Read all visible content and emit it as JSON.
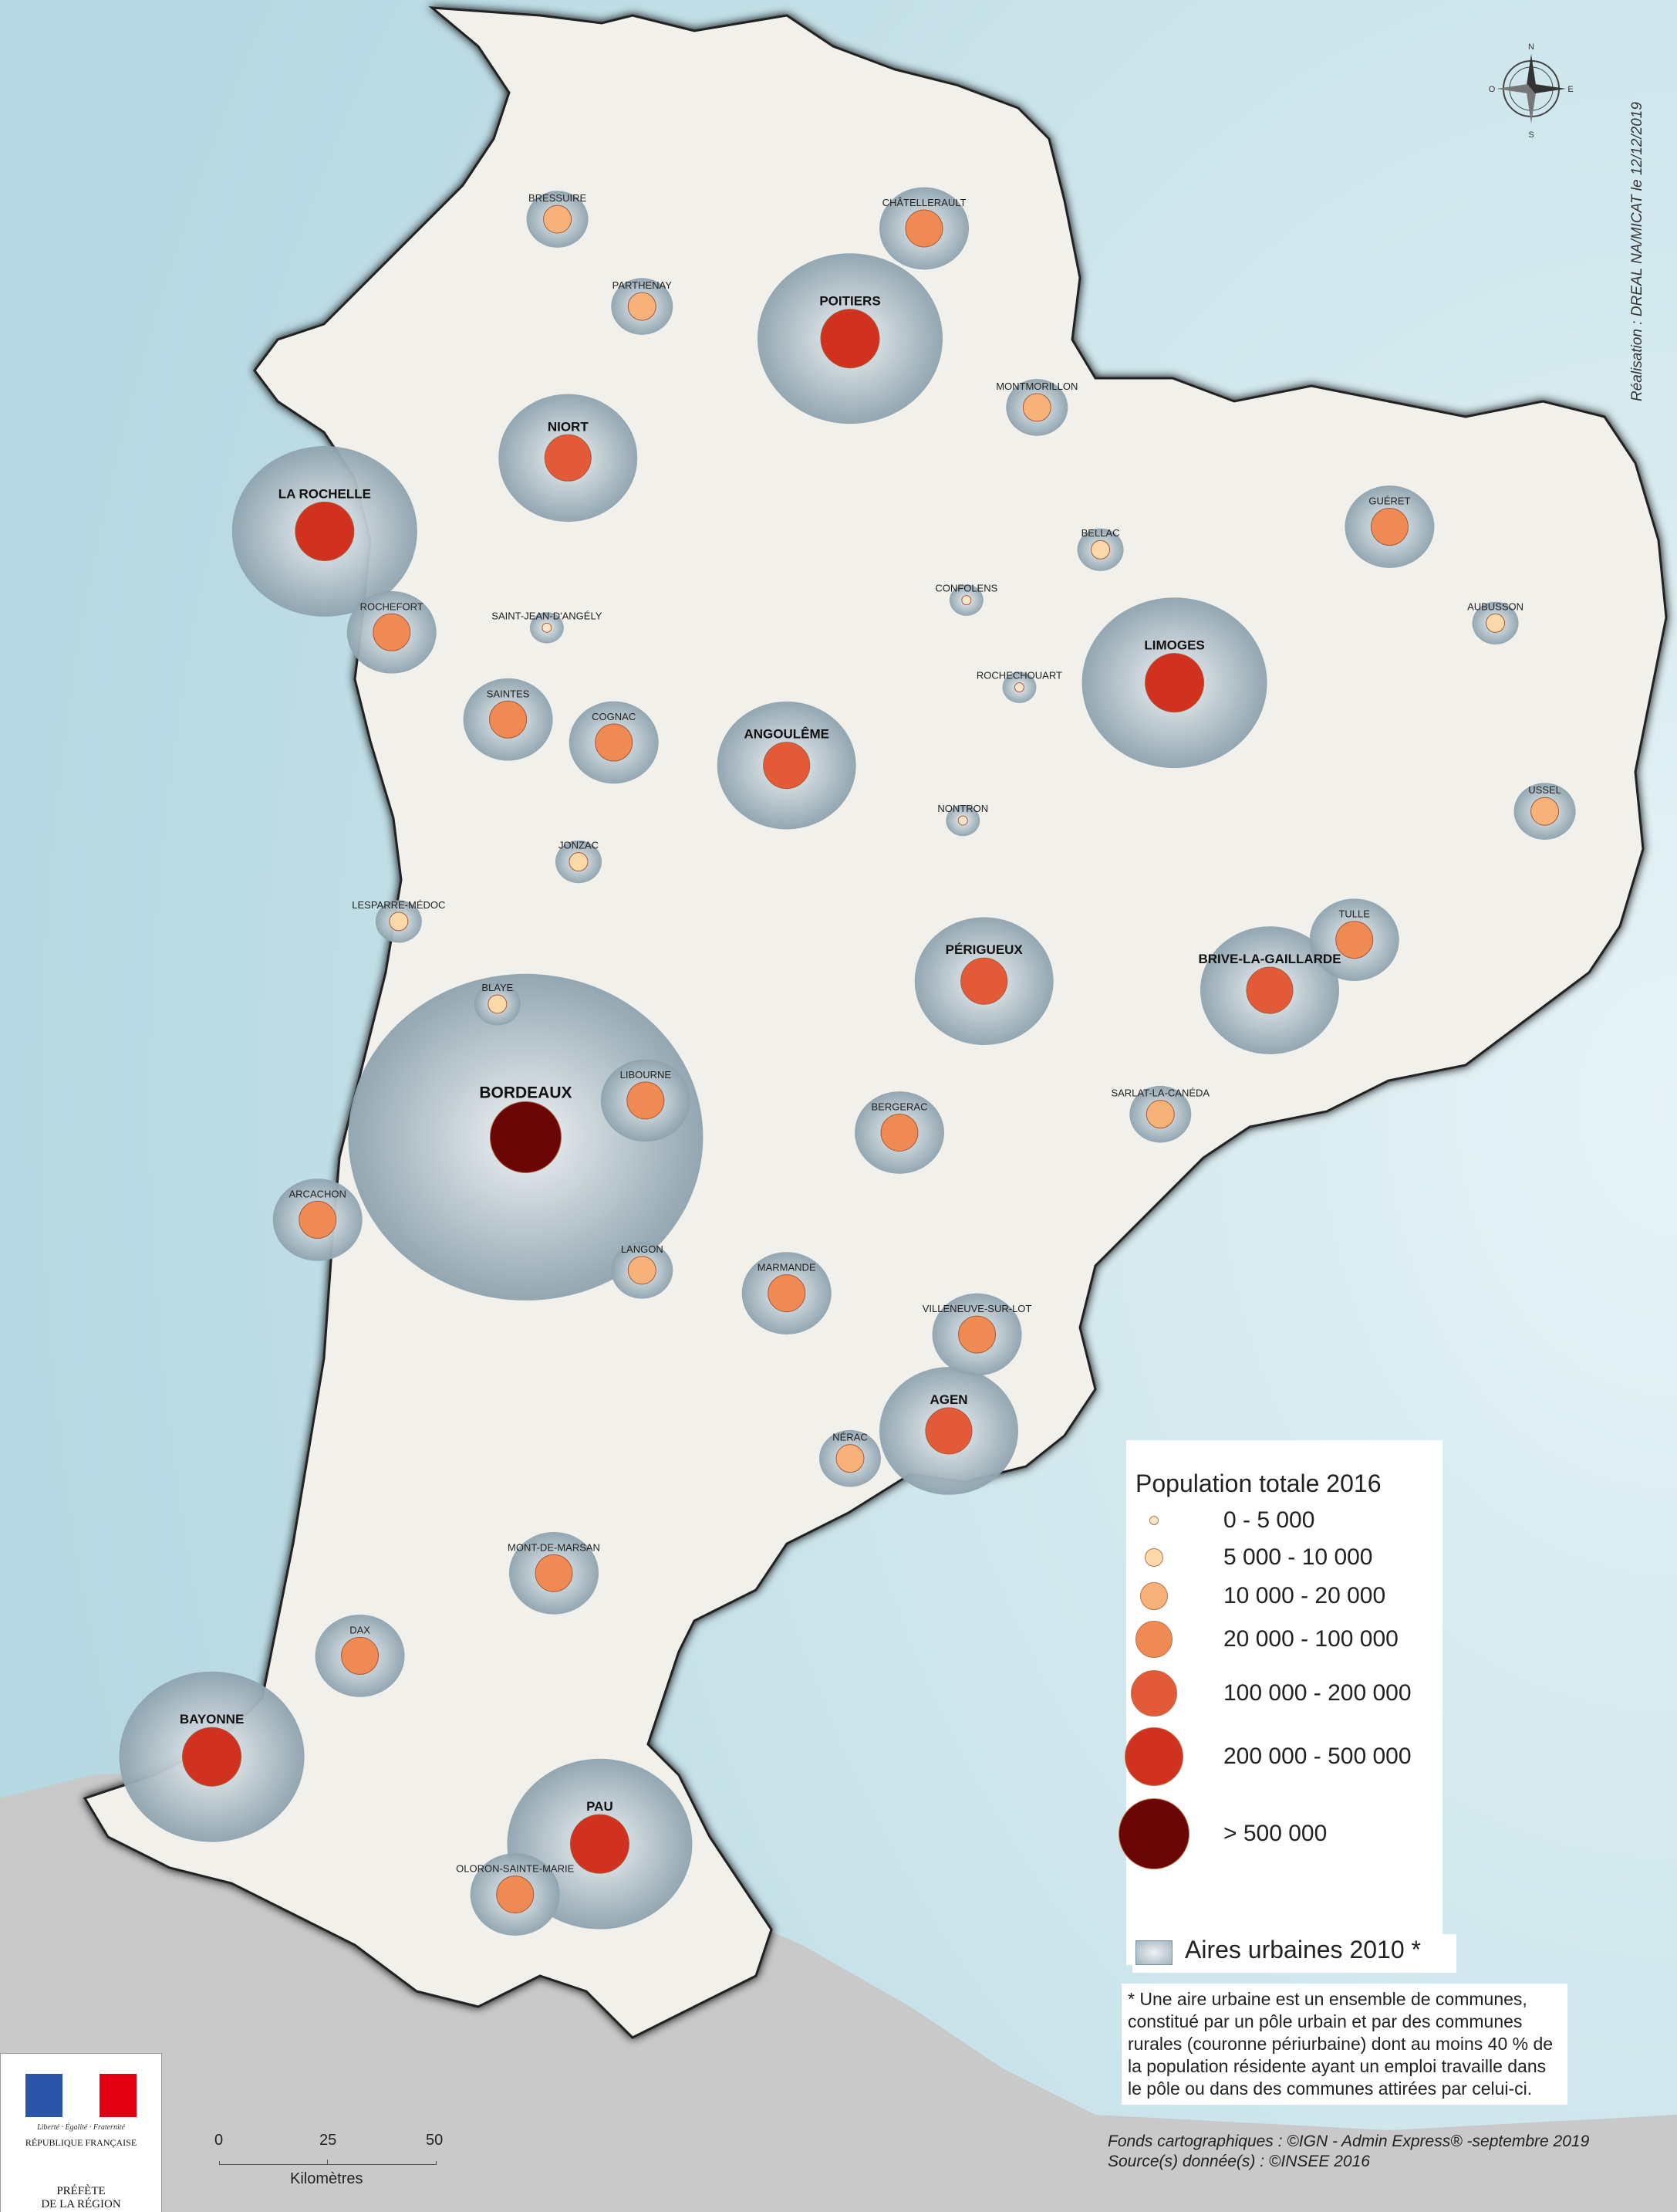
{
  "map": {
    "credit": "Réalisation : DREAL NA/MICAT le 12/12/2019",
    "colors": {
      "sea": "#c8e3ea",
      "land": "#f1f0eb",
      "outside": "#c9c9c9",
      "urban_area": "#9fb2bd",
      "class1": "#fbe6cc",
      "class2": "#fbd9a9",
      "class3": "#f7b27a",
      "class4": "#f08a55",
      "class5": "#e35a38",
      "class6": "#d0321f",
      "class7": "#6b0606"
    },
    "cities": [
      {
        "name": "BORDEAUX",
        "pop_class": 7,
        "lon": -0.58,
        "lat": 44.84
      },
      {
        "name": "POITIERS",
        "pop_class": 6,
        "lon": 0.34,
        "lat": 46.58
      },
      {
        "name": "LA ROCHELLE",
        "pop_class": 6,
        "lon": -1.15,
        "lat": 46.16
      },
      {
        "name": "LIMOGES",
        "pop_class": 6,
        "lon": 1.26,
        "lat": 45.83
      },
      {
        "name": "PAU",
        "pop_class": 6,
        "lon": -0.37,
        "lat": 43.3
      },
      {
        "name": "BAYONNE",
        "pop_class": 6,
        "lon": -1.47,
        "lat": 43.49
      },
      {
        "name": "NIORT",
        "pop_class": 5,
        "lon": -0.46,
        "lat": 46.32
      },
      {
        "name": "ANGOULÊME",
        "pop_class": 5,
        "lon": 0.16,
        "lat": 45.65
      },
      {
        "name": "PÉRIGUEUX",
        "pop_class": 5,
        "lon": 0.72,
        "lat": 45.18
      },
      {
        "name": "BRIVE-LA-GAILLARDE",
        "pop_class": 5,
        "lon": 1.53,
        "lat": 45.16
      },
      {
        "name": "AGEN",
        "pop_class": 5,
        "lon": 0.62,
        "lat": 44.2
      },
      {
        "name": "GUÉRET",
        "pop_class": 4,
        "lon": 1.87,
        "lat": 46.17
      },
      {
        "name": "TULLE",
        "pop_class": 4,
        "lon": 1.77,
        "lat": 45.27
      },
      {
        "name": "CHÂTELLERAULT",
        "pop_class": 4,
        "lon": 0.55,
        "lat": 46.82
      },
      {
        "name": "ROCHEFORT",
        "pop_class": 4,
        "lon": -0.96,
        "lat": 45.94
      },
      {
        "name": "SAINTES",
        "pop_class": 4,
        "lon": -0.63,
        "lat": 45.75
      },
      {
        "name": "COGNAC",
        "pop_class": 4,
        "lon": -0.33,
        "lat": 45.7
      },
      {
        "name": "BERGERAC",
        "pop_class": 4,
        "lon": 0.48,
        "lat": 44.85
      },
      {
        "name": "LIBOURNE",
        "pop_class": 4,
        "lon": -0.24,
        "lat": 44.92
      },
      {
        "name": "MARMANDE",
        "pop_class": 4,
        "lon": 0.16,
        "lat": 44.5
      },
      {
        "name": "VILLENEUVE-SUR-LOT",
        "pop_class": 4,
        "lon": 0.7,
        "lat": 44.41
      },
      {
        "name": "MONT-DE-MARSAN",
        "pop_class": 4,
        "lon": -0.5,
        "lat": 43.89
      },
      {
        "name": "DAX",
        "pop_class": 4,
        "lon": -1.05,
        "lat": 43.71
      },
      {
        "name": "OLORON-SAINTE-MARIE",
        "pop_class": 4,
        "lon": -0.61,
        "lat": 43.19
      },
      {
        "name": "ARCACHON",
        "pop_class": 4,
        "lon": -1.17,
        "lat": 44.66
      },
      {
        "name": "USSEL",
        "pop_class": 3,
        "lon": 2.31,
        "lat": 45.55
      },
      {
        "name": "BRESSUIRE",
        "pop_class": 3,
        "lon": -0.49,
        "lat": 46.84
      },
      {
        "name": "PARTHENAY",
        "pop_class": 3,
        "lon": -0.25,
        "lat": 46.65
      },
      {
        "name": "SARLAT-LA-CANÉDA",
        "pop_class": 3,
        "lon": 1.22,
        "lat": 44.89
      },
      {
        "name": "LANGON",
        "pop_class": 3,
        "lon": -0.25,
        "lat": 44.55
      },
      {
        "name": "NÉRAC",
        "pop_class": 3,
        "lon": 0.34,
        "lat": 44.14
      },
      {
        "name": "MONTMORILLON",
        "pop_class": 3,
        "lon": 0.87,
        "lat": 46.43
      },
      {
        "name": "BELLAC",
        "pop_class": 2,
        "lon": 1.05,
        "lat": 46.12
      },
      {
        "name": "AUBUSSON",
        "pop_class": 2,
        "lon": 2.17,
        "lat": 45.96
      },
      {
        "name": "BLAYE",
        "pop_class": 2,
        "lon": -0.66,
        "lat": 45.13
      },
      {
        "name": "LESPARRE-MÉDOC",
        "pop_class": 2,
        "lon": -0.94,
        "lat": 45.31
      },
      {
        "name": "JONZAC",
        "pop_class": 2,
        "lon": -0.43,
        "lat": 45.44
      },
      {
        "name": "NONTRON",
        "pop_class": 1,
        "lon": 0.66,
        "lat": 45.53
      },
      {
        "name": "CONFOLENS",
        "pop_class": 1,
        "lon": 0.67,
        "lat": 46.01
      },
      {
        "name": "ROCHECHOUART",
        "pop_class": 1,
        "lon": 0.82,
        "lat": 45.82
      },
      {
        "name": "SAINT-JEAN-D'ANGÉLY",
        "pop_class": 1,
        "lon": -0.52,
        "lat": 45.95
      }
    ]
  },
  "legend": {
    "title": "Population totale 2016",
    "classes": [
      {
        "label": "0 - 5 000"
      },
      {
        "label": "5 000 - 10 000"
      },
      {
        "label": "10 000 - 20 000"
      },
      {
        "label": "20 000 - 100 000"
      },
      {
        "label": "100 000 - 200 000"
      },
      {
        "label": "200 000 - 500 000"
      },
      {
        "label": "> 500 000"
      }
    ],
    "urban_label": "Aires urbaines 2010 *",
    "note": "* Une aire urbaine est un ensemble de communes, constitué par un pôle urbain et par des communes rurales (couronne périurbaine) dont au moins 40 % de la population résidente ayant un emploi travaille dans le pôle ou dans des communes attirées par celui-ci."
  },
  "sources": {
    "fonds": "Fonds cartographiques : ©IGN - Admin Express® -septembre 2019",
    "donnees": "Source(s) donnée(s) : ©INSEE 2016"
  },
  "scale": {
    "ticks": [
      "0",
      "25",
      "50"
    ],
    "unit": "Kilomètres"
  },
  "compass": {
    "n": "N",
    "s": "S",
    "e": "E",
    "o": "O"
  },
  "logo": {
    "motto": "Liberté · Égalité · Fraternité",
    "republique": "RÉPUBLIQUE FRANÇAISE",
    "prefete_line1": "PRÉFÈTE",
    "prefete_line2": "DE LA RÉGION"
  }
}
